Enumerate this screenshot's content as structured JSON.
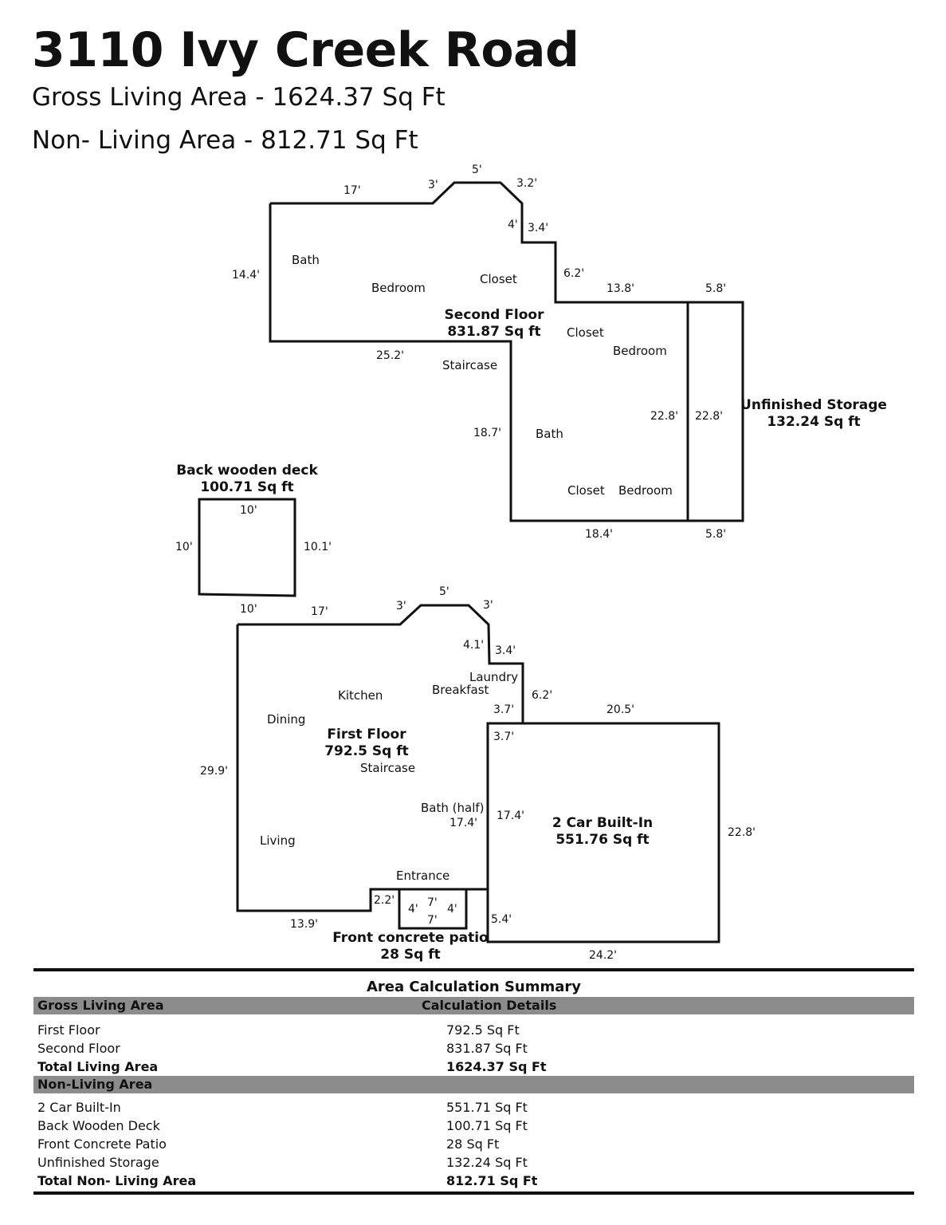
{
  "header": {
    "title": "3110 Ivy Creek Road",
    "gross_living": "Gross Living Area - 1624.37 Sq Ft",
    "non_living": "Non- Living Area - 812.71 Sq Ft"
  },
  "second_floor": {
    "name": "Second Floor",
    "area": "831.87 Sq ft",
    "rooms": [
      "Bath",
      "Bedroom",
      "Closet",
      "Closet",
      "Bedroom",
      "Staircase",
      "Bath",
      "Closet",
      "Bedroom"
    ],
    "dims": [
      "17'",
      "3'",
      "5'",
      "3.2'",
      "4'",
      "3.4'",
      "14.4'",
      "6.2'",
      "13.8'",
      "5.8'",
      "25.2'",
      "22.8'",
      "22.8'",
      "18.7'",
      "18.4'",
      "5.8'"
    ]
  },
  "unfinished_storage": {
    "name": "Unfinished Storage",
    "area": "132.24 Sq ft"
  },
  "back_deck": {
    "name": "Back wooden deck",
    "area": "100.71 Sq ft",
    "dims": [
      "10'",
      "10'",
      "10.1'",
      "10'"
    ]
  },
  "first_floor": {
    "name": "First Floor",
    "area": "792.5 Sq ft",
    "rooms": [
      "Kitchen",
      "Laundry",
      "Breakfast",
      "Dining",
      "Staircase",
      "Bath (half)",
      "Living",
      "Entrance"
    ],
    "dims": [
      "17'",
      "3'",
      "5'",
      "3'",
      "4.1'",
      "3.4'",
      "6.2'",
      "3.7'",
      "29.9'",
      "17.4'",
      "2.2'",
      "13.9'"
    ]
  },
  "garage": {
    "name": "2 Car Built-In",
    "area": "551.76 Sq ft",
    "dims": [
      "20.5'",
      "3.7'",
      "17.4'",
      "22.8'",
      "5.4'",
      "24.2'"
    ]
  },
  "front_patio": {
    "name": "Front concrete patio",
    "area": "28 Sq ft",
    "dims": [
      "4'",
      "7'",
      "4'",
      "7'"
    ]
  },
  "summary": {
    "title": "Area Calculation Summary",
    "living_header": "Gross Living Area",
    "details_header": "Calculation Details",
    "living_rows": [
      {
        "label": "First Floor",
        "value": "792.5 Sq Ft"
      },
      {
        "label": "Second Floor",
        "value": "831.87 Sq Ft"
      }
    ],
    "living_total": {
      "label": "Total Living Area",
      "value": "1624.37 Sq Ft"
    },
    "non_living_header": "Non-Living Area",
    "non_living_rows": [
      {
        "label": "2 Car Built-In",
        "value": "551.71 Sq Ft"
      },
      {
        "label": "Back Wooden Deck",
        "value": "100.71 Sq Ft"
      },
      {
        "label": "Front Concrete Patio",
        "value": "28 Sq Ft"
      },
      {
        "label": "Unfinished Storage",
        "value": "132.24 Sq Ft"
      }
    ],
    "non_living_total": {
      "label": "Total Non- Living Area",
      "value": "812.71 Sq Ft"
    }
  }
}
